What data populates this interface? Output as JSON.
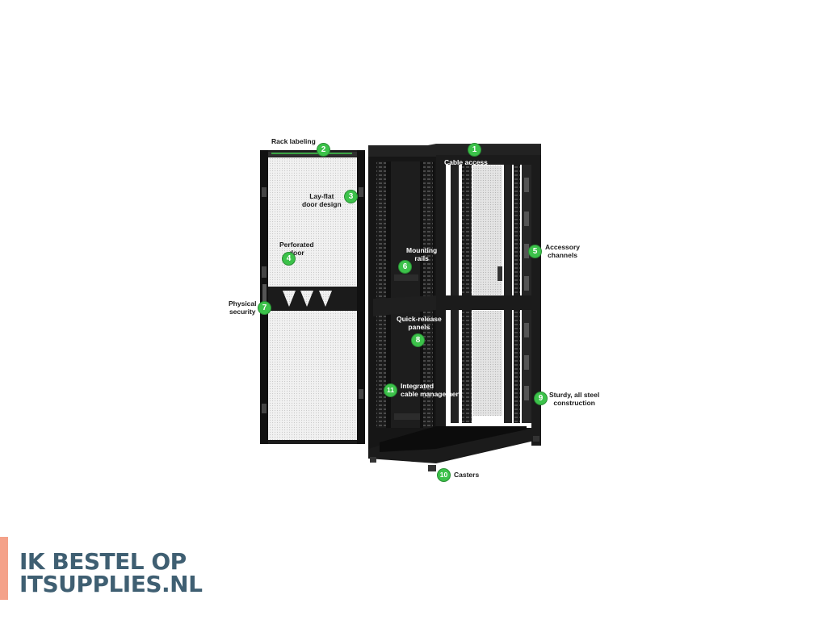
{
  "callouts": [
    {
      "number": "1",
      "label": "Cable access"
    },
    {
      "number": "2",
      "label": "Rack labeling"
    },
    {
      "number": "3",
      "label": "Lay-flat\ndoor design"
    },
    {
      "number": "4",
      "label": "Perforated\ndoor"
    },
    {
      "number": "5",
      "label": "Accessory\nchannels"
    },
    {
      "number": "6",
      "label": "Mounting\nrails"
    },
    {
      "number": "7",
      "label": "Physical\nsecurity"
    },
    {
      "number": "8",
      "label": "Quick-release\npanels"
    },
    {
      "number": "9",
      "label": "Sturdy, all steel\nconstruction"
    },
    {
      "number": "10",
      "label": "Casters"
    },
    {
      "number": "11",
      "label": "Integrated\ncable management"
    }
  ],
  "watermark": {
    "line1": "IK BESTEL OP",
    "line2": "ITSUPPLIES.NL"
  },
  "colors": {
    "badge": "#3cc24a",
    "rack": "#1b1b1b",
    "mesh": "#e9e9e9",
    "watermark_text": "#3f5f72",
    "watermark_bar": "#f4a28a"
  }
}
